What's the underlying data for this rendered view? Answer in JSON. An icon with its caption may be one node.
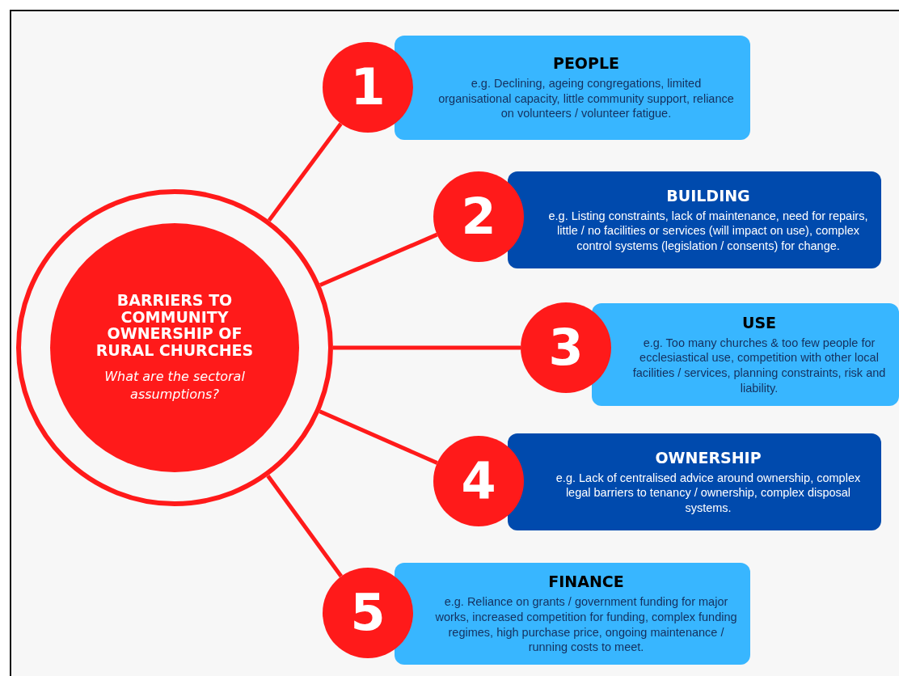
{
  "diagram": {
    "nodes": [
      {
        "text": [
          "BARRIERS TO COMMUNITY OWNERSHIP OF RURAL CHURCHES",
          "What are the sectoral assumptions?"
        ]
      },
      {
        "text": [
          "1"
        ]
      },
      {
        "text": [
          "PEOPLE",
          "e.g. Declining, ageing congregations, limited organisational capacity, little community support, reliance on volunteers / volunteer fatigue."
        ]
      },
      {
        "text": [
          "2"
        ]
      },
      {
        "text": [
          "BUILDING",
          "e.g. Listing constraints, lack of maintenance, need for repairs, little / no facilities or services (will impact on use), complex  control systems (legislation / consents) for change."
        ]
      },
      {
        "text": [
          "3"
        ]
      },
      {
        "text": [
          "USE",
          "e.g. Too many churches & too few people for ecclesiastical use, competition with other local facilities / services, planning constraints, risk and liability."
        ]
      },
      {
        "text": [
          "4"
        ]
      },
      {
        "text": [
          "OWNERSHIP",
          "e.g. Lack of centralised advice around ownership, complex legal barriers to tenancy / ownership, complex disposal systems."
        ]
      },
      {
        "text": [
          "5"
        ]
      },
      {
        "text": [
          "FINANCE",
          "e.g. Reliance on grants / government funding for major works, increased competition for funding, complex funding regimes, high purchase price, ongoing maintenance / running costs to meet."
        ]
      }
    ],
    "edges": [
      {
        "from": 0,
        "to": 1,
        "arrow": "none"
      },
      {
        "from": 0,
        "to": 3,
        "arrow": "none"
      },
      {
        "from": 0,
        "to": 5,
        "arrow": "none"
      },
      {
        "from": 0,
        "to": 7,
        "arrow": "none"
      },
      {
        "from": 0,
        "to": 9,
        "arrow": "none"
      }
    ]
  }
}
